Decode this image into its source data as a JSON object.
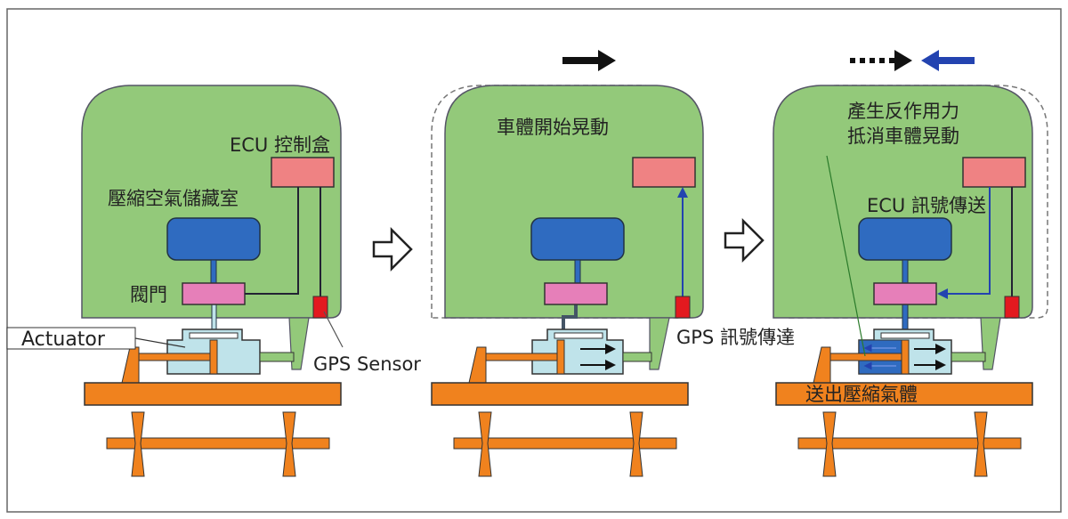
{
  "panel1": {
    "ecu_label": "ECU 控制盒",
    "tank_label": "壓縮空氣儲藏室",
    "valve_label": "閥門",
    "actuator_label": "Actuator",
    "gps_label": "GPS Sensor"
  },
  "panel2": {
    "sway_label": "車體開始晃動",
    "gps_signal_label": "GPS 訊號傳達"
  },
  "panel3": {
    "counter_label_line1": "產生反作用力",
    "counter_label_line2": "抵消車體晃動",
    "ecu_signal_label": "ECU 訊號傳送",
    "air_out_label": "送出壓縮氣體"
  },
  "colors": {
    "body": "#93c97a",
    "tank": "#2f6bc0",
    "valve": "#e67fb9",
    "ecu": "#ef8283",
    "gps": "#e3191f",
    "actuator": "#bfe3ea",
    "frame": "#f0821e",
    "signal": "#2343b0"
  }
}
